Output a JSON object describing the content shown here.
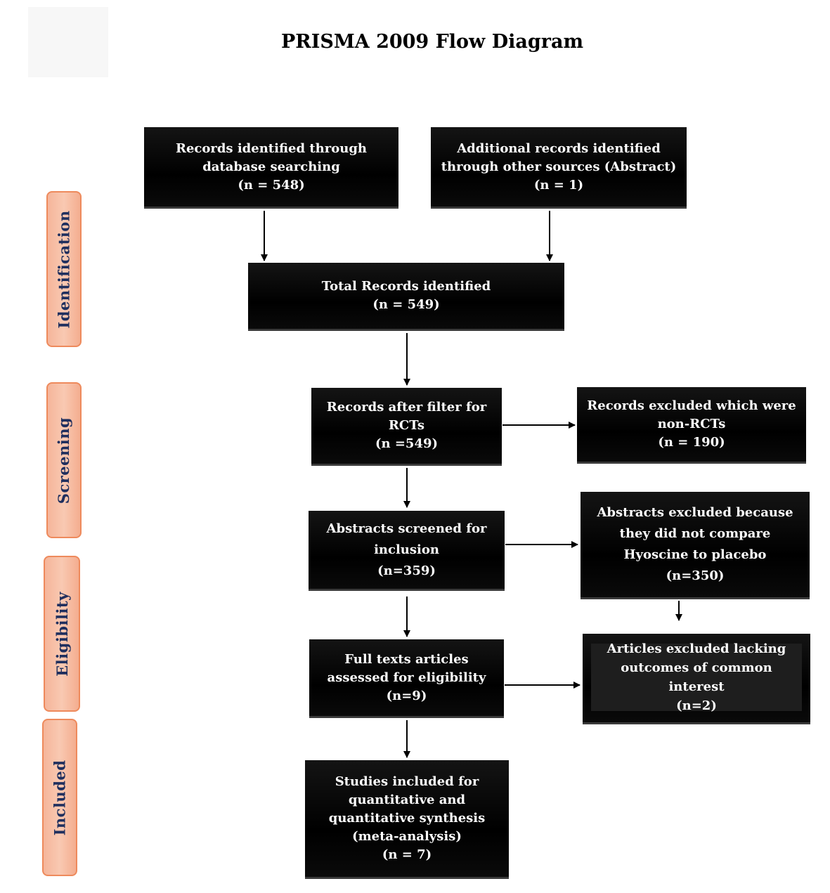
{
  "title": "PRISMA 2009 Flow Diagram",
  "phases": {
    "identification": "Identification",
    "screening": "Screening",
    "eligibility": "Eligibility",
    "included": "Included"
  },
  "boxes": {
    "database_records": {
      "lines": [
        "Records identified through",
        "database searching",
        "(n = 548)"
      ]
    },
    "other_sources": {
      "lines": [
        "Additional records identified",
        "through other sources (Abstract)",
        "(n = 1)"
      ]
    },
    "total_records": {
      "lines": [
        "Total Records identified",
        "(n = 549)"
      ]
    },
    "after_filter": {
      "lines": [
        "Records after filter for",
        "RCTs",
        "(n =549)"
      ]
    },
    "excluded_non_rct": {
      "lines": [
        "Records excluded which were",
        "non-RCTs",
        "(n = 190)"
      ]
    },
    "abstracts_screened": {
      "lines": [
        "Abstracts screened for",
        "inclusion",
        "(n=359)"
      ]
    },
    "abstracts_excluded": {
      "lines": [
        "Abstracts excluded because",
        "they did not compare",
        "Hyoscine to placebo",
        "(n=350)"
      ]
    },
    "full_texts": {
      "lines": [
        "Full texts articles",
        "assessed for eligibility",
        "(n=9)"
      ]
    },
    "articles_excluded": {
      "lines": [
        "Articles excluded lacking",
        "outcomes of common interest",
        "(n=2)"
      ]
    },
    "studies_included": {
      "lines": [
        "Studies included for",
        "quantitative and",
        "quantitative synthesis",
        "(meta-analysis)",
        "(n = 7)"
      ]
    }
  },
  "colors": {
    "box_fill": "#000000",
    "box_text": "#ffffff",
    "phase_fill": "#f7bea4",
    "phase_border": "#ee8a5c",
    "phase_text": "#1f2f5e",
    "arrow": "#000000"
  }
}
